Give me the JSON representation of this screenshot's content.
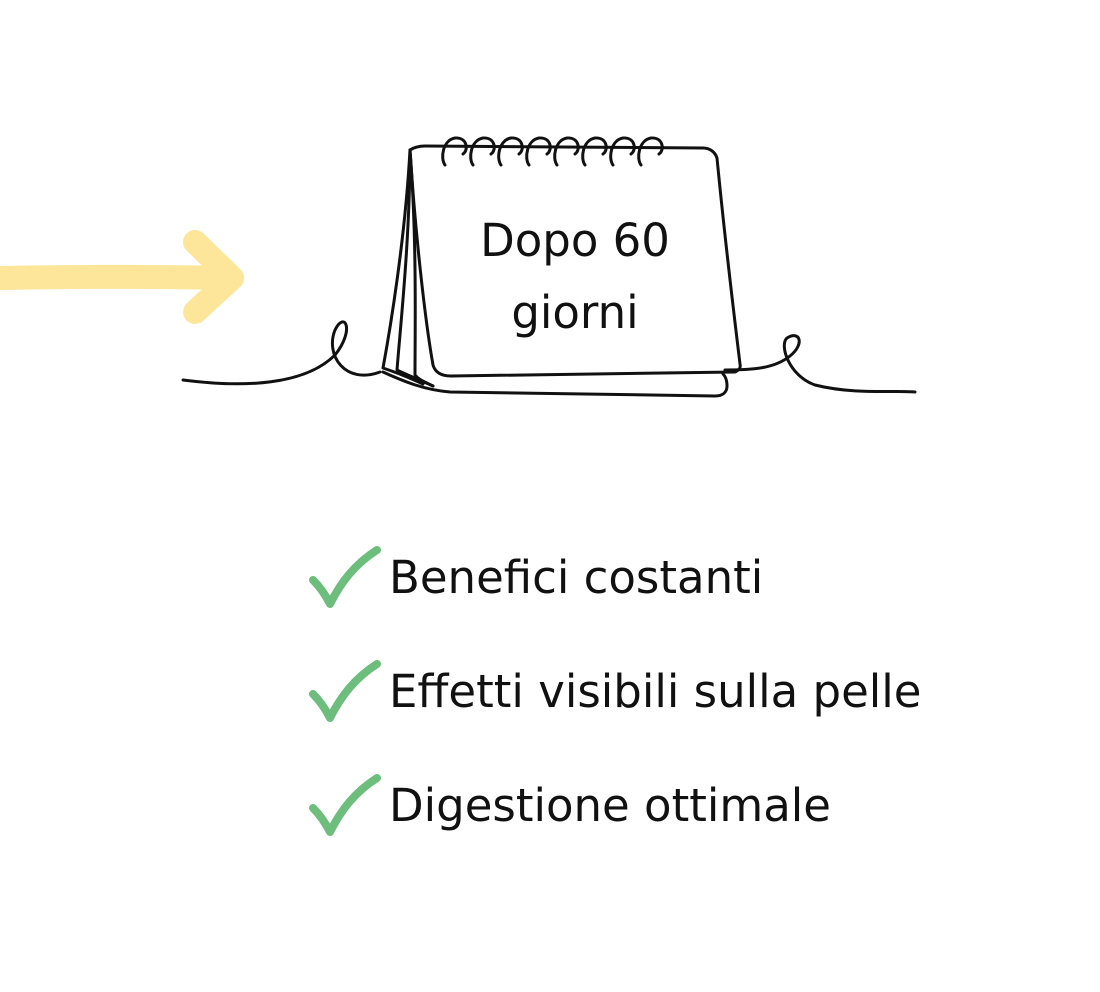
{
  "calendar": {
    "title": "Dopo 60\ngiorni",
    "icon": "desk-calendar-icon"
  },
  "arrow": {
    "icon": "arrow-right-icon",
    "color": "#FDE59A"
  },
  "benefits": {
    "check_color": "#6DBE7C",
    "items": [
      {
        "label": "Benefici costanti",
        "icon": "check-icon"
      },
      {
        "label": "Effetti visibili sulla pelle",
        "icon": "check-icon"
      },
      {
        "label": "Digestione ottimale",
        "icon": "check-icon"
      }
    ]
  }
}
